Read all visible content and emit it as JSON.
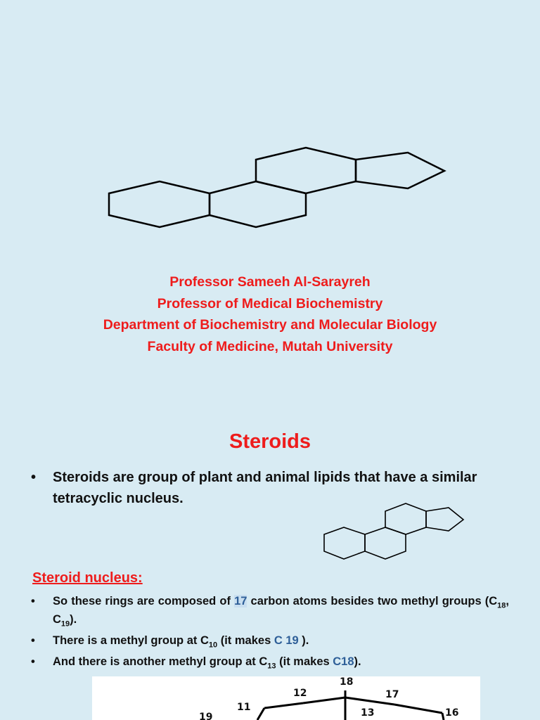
{
  "slide1": {
    "author_lines": [
      "Professor Sameeh Al-Sarayreh",
      "Professor of Medical Biochemistry",
      "Department of Biochemistry and Molecular Biology",
      "Faculty of Medicine, Mutah University"
    ]
  },
  "slide2": {
    "title": "Steroids",
    "main_bullet": "Steroids are group of plant and animal lipids that have a similar tetracyclic nucleus.",
    "subheading": "Steroid nucleus:",
    "bullets": [
      {
        "part1": "So these rings are composed of ",
        "highlight": "17",
        "part2": " carbon atoms besides two methyl groups (C",
        "sub1": "18",
        "part3": ", C",
        "sub2": "19",
        "part4": ")."
      },
      {
        "part1": "There is a methyl group at C",
        "sub": "10",
        "part2": " (it makes ",
        "blue": "C 19",
        "part3": " )."
      },
      {
        "part1": "And there is another methyl group at C",
        "sub": "13",
        "part2": " (it makes ",
        "blue": "C18",
        "part3": ")."
      }
    ],
    "structure_numbers": [
      "18",
      "12",
      "17",
      "11",
      "13",
      "16",
      "19"
    ]
  },
  "colors": {
    "background": "#d8ebf3",
    "red_text": "#ee1c1c",
    "blue_text": "#2e5f98"
  }
}
